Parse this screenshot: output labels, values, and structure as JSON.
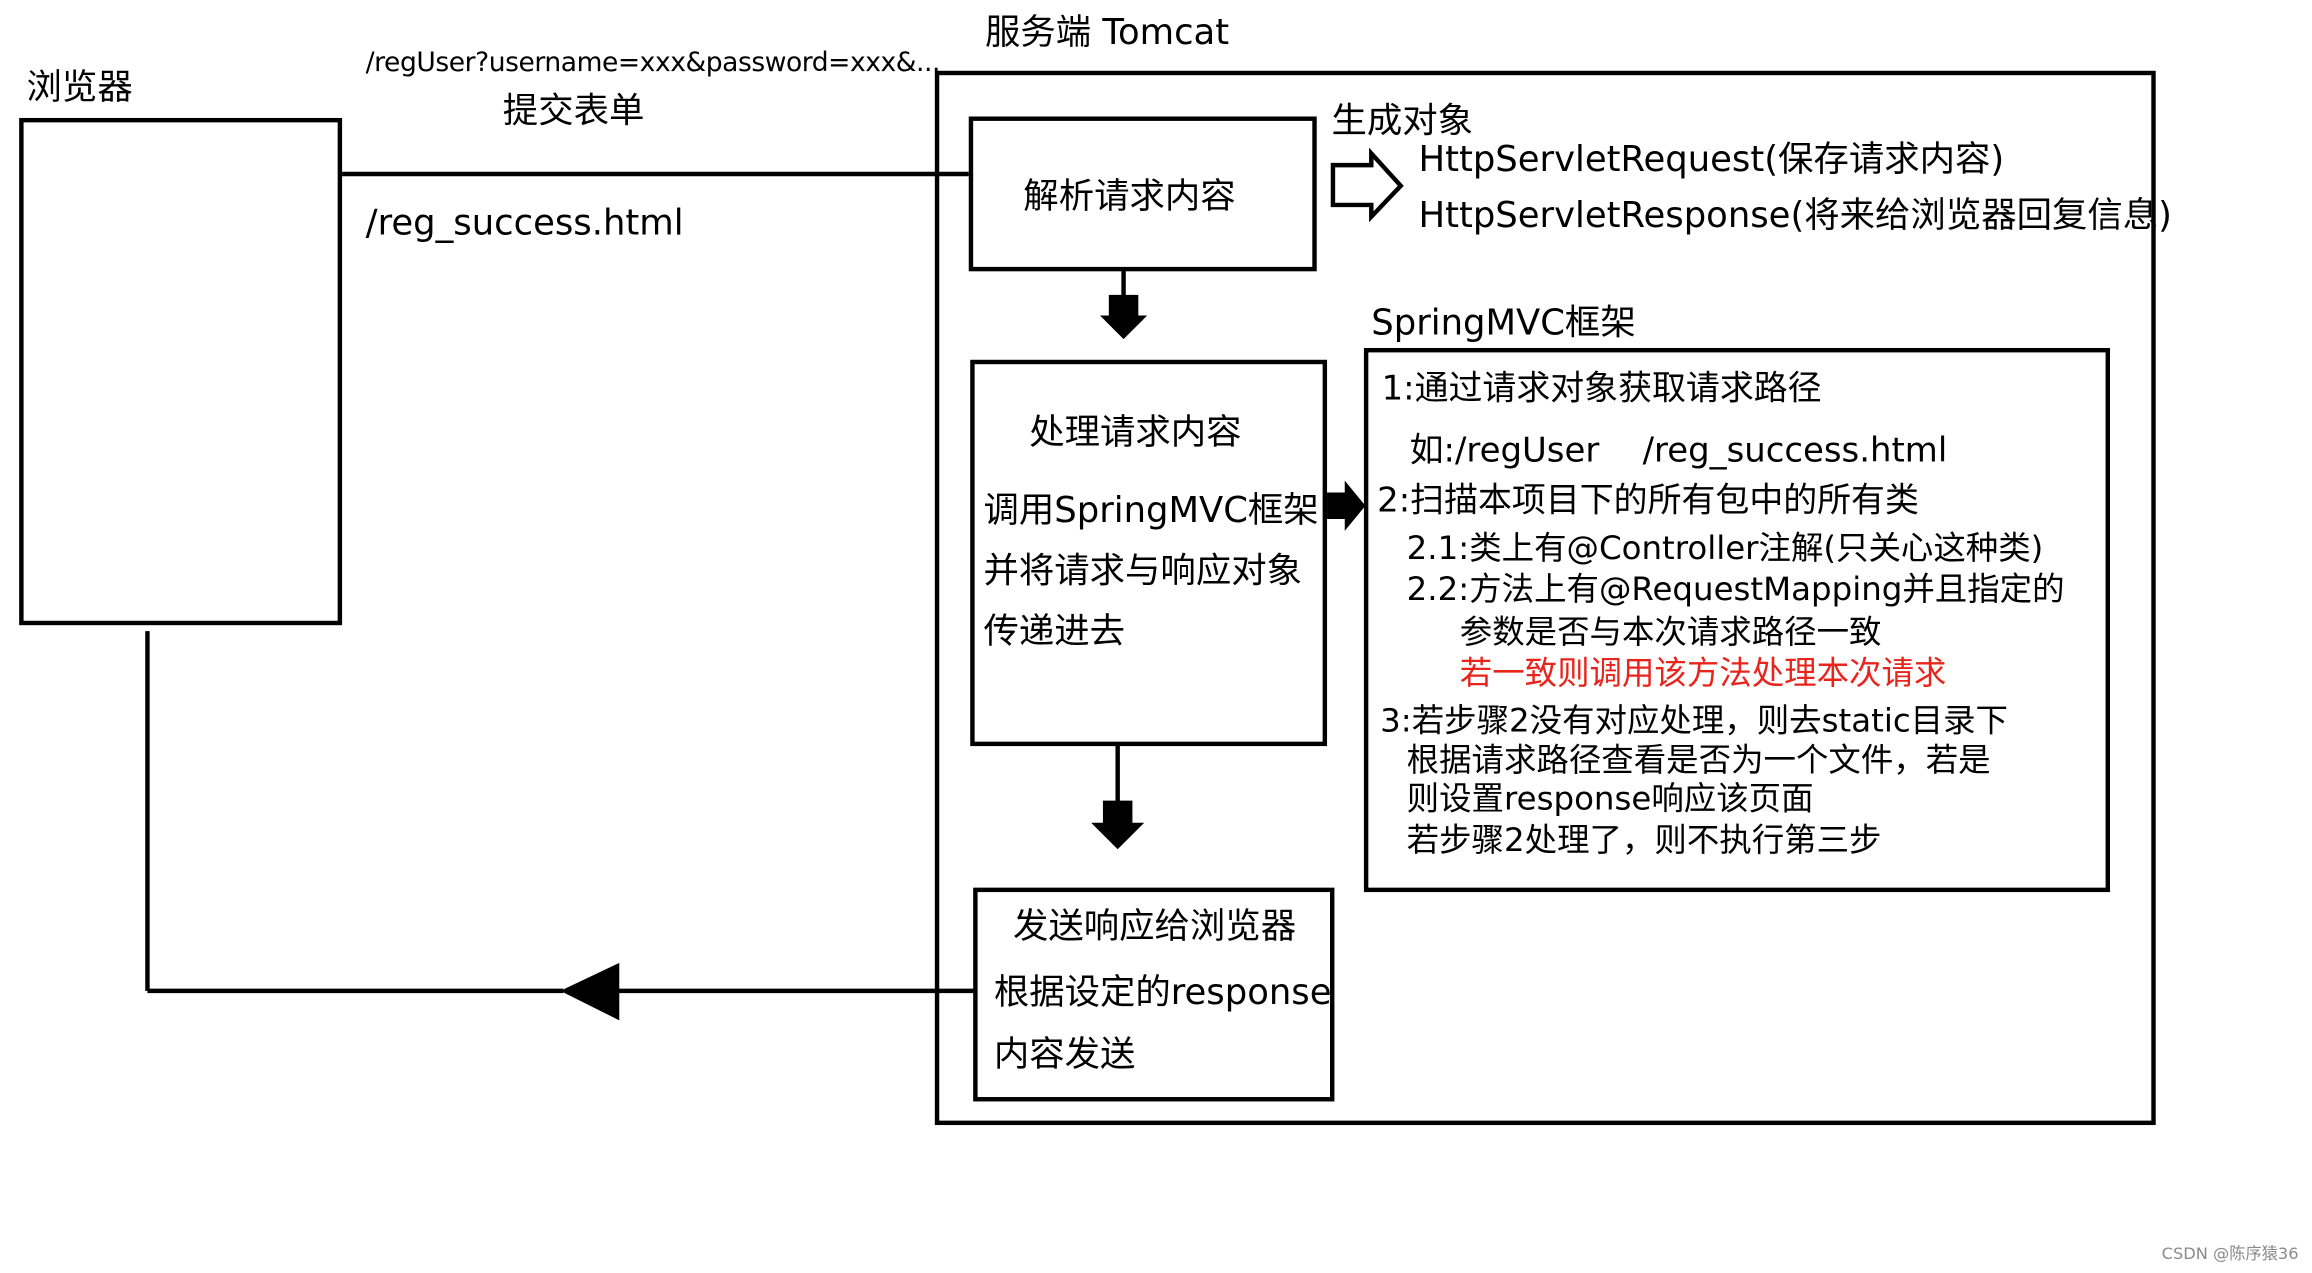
{
  "browser": {
    "label": "浏览器"
  },
  "request": {
    "url": "/regUser?username=xxx&password=xxx&...",
    "label": "提交表单"
  },
  "response_page": "/reg_success.html",
  "server": {
    "label": "服务端 Tomcat"
  },
  "parse_box": {
    "label": "解析请求内容"
  },
  "objects": {
    "heading": "生成对象",
    "request_obj": "HttpServletRequest(保存请求内容)",
    "response_obj": "HttpServletResponse(将来给浏览器回复信息)"
  },
  "process_box": {
    "title": "处理请求内容",
    "line1": "调用SpringMVC框架",
    "line2": "并将请求与响应对象",
    "line3": "传递进去"
  },
  "springmvc": {
    "heading": "SpringMVC框架",
    "step1": "1:通过请求对象获取请求路径",
    "step1_example_a": "如:/regUser",
    "step1_example_b": "/reg_success.html",
    "step2": "2:扫描本项目下的所有包中的所有类",
    "step2_1": "2.1:类上有@Controller注解(只关心这种类)",
    "step2_2a": "2.2:方法上有@RequestMapping并且指定的",
    "step2_2b": "参数是否与本次请求路径一致",
    "step2_2c": "若一致则调用该方法处理本次请求",
    "step3a": "3:若步骤2没有对应处理，则去static目录下",
    "step3b": "根据请求路径查看是否为一个文件，若是",
    "step3c": "则设置response响应该页面",
    "step3d": "若步骤2处理了，则不执行第三步"
  },
  "send_box": {
    "title": "发送响应给浏览器",
    "line1": "根据设定的response",
    "line2": "内容发送"
  },
  "watermark": "CSDN @陈序猿36",
  "colors": {
    "line": "#000000",
    "highlight": "#e8241c"
  }
}
